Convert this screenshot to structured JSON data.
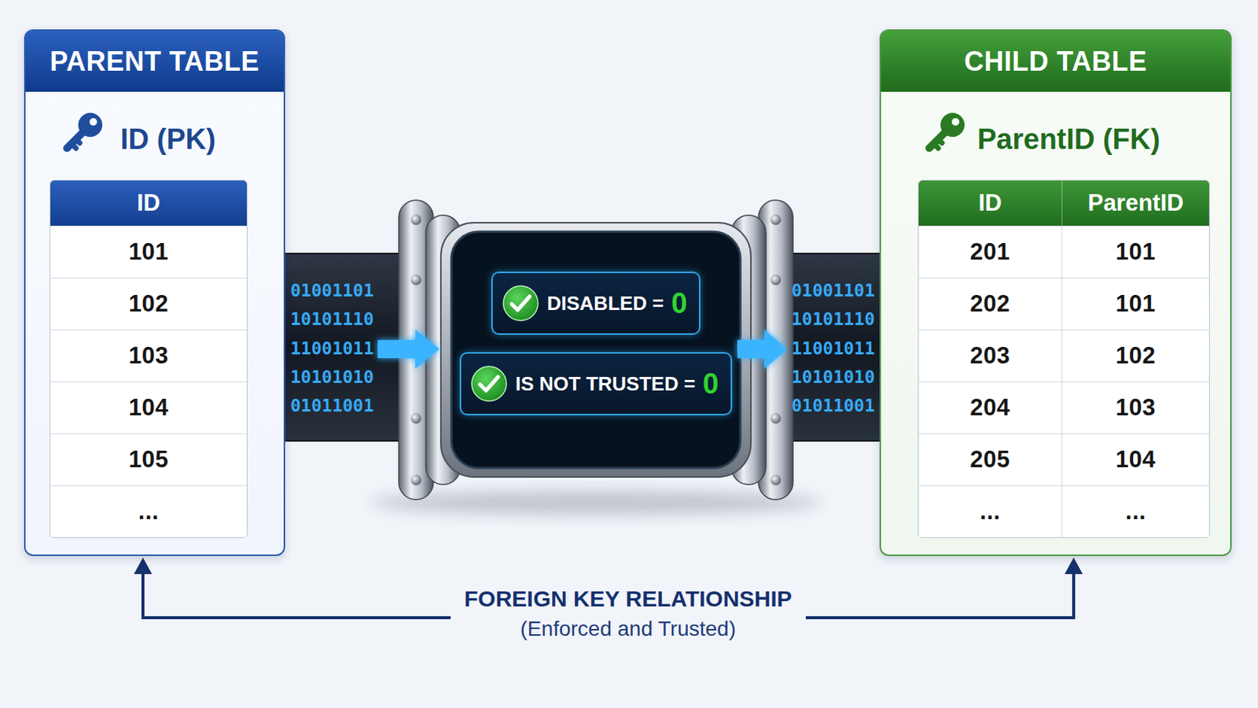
{
  "diagram": {
    "nodes": [
      {
        "text": [
          "PARENT TABLE",
          "ID (PK)"
        ]
      },
      {
        "text": [
          "CHILD TABLE",
          "ParentID (FK)"
        ]
      },
      {
        "text": [
          "DISABLED =",
          "0"
        ]
      },
      {
        "text": [
          "IS NOT TRUSTED =",
          "0"
        ]
      }
    ],
    "edges": [
      {
        "from": 0,
        "to": 1,
        "arrow": "both",
        "label": "FOREIGN KEY RELATIONSHIP"
      }
    ],
    "labels": [
      "ID",
      "101",
      "102",
      "103",
      "104",
      "105",
      "...",
      "ID",
      "ParentID",
      "201",
      "101",
      "202",
      "101",
      "203",
      "102",
      "204",
      "103",
      "205",
      "104",
      "...",
      "...",
      "01001101",
      "10101110",
      "11001011",
      "10101010",
      "01011001",
      "01001101",
      "10101110",
      "11001011",
      "10101010",
      "01011001",
      "(Enforced and Trusted)"
    ]
  }
}
